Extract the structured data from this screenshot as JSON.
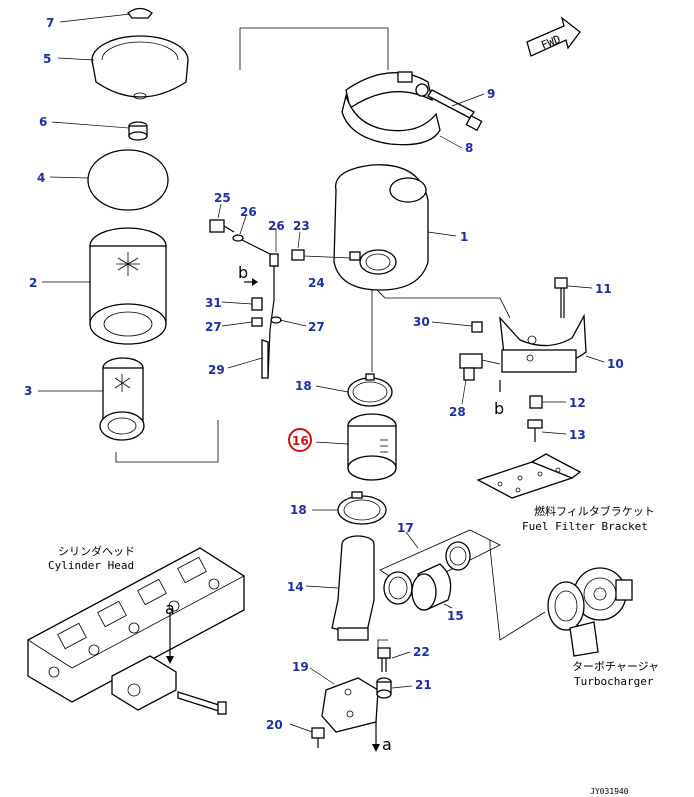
{
  "callouts": [
    {
      "id": "7",
      "label": "7"
    },
    {
      "id": "5",
      "label": "5"
    },
    {
      "id": "6",
      "label": "6"
    },
    {
      "id": "4",
      "label": "4"
    },
    {
      "id": "2",
      "label": "2"
    },
    {
      "id": "3",
      "label": "3"
    },
    {
      "id": "25",
      "label": "25"
    },
    {
      "id": "26",
      "label": "26"
    },
    {
      "id": "26b",
      "label": "26"
    },
    {
      "id": "23",
      "label": "23"
    },
    {
      "id": "24",
      "label": "24"
    },
    {
      "id": "31",
      "label": "31"
    },
    {
      "id": "27",
      "label": "27"
    },
    {
      "id": "27b",
      "label": "27"
    },
    {
      "id": "29",
      "label": "29"
    },
    {
      "id": "9",
      "label": "9"
    },
    {
      "id": "8",
      "label": "8"
    },
    {
      "id": "1",
      "label": "1"
    },
    {
      "id": "11",
      "label": "11"
    },
    {
      "id": "30",
      "label": "30"
    },
    {
      "id": "10",
      "label": "10"
    },
    {
      "id": "28",
      "label": "28"
    },
    {
      "id": "12",
      "label": "12"
    },
    {
      "id": "13",
      "label": "13"
    },
    {
      "id": "18",
      "label": "18"
    },
    {
      "id": "16",
      "label": "16"
    },
    {
      "id": "18b",
      "label": "18"
    },
    {
      "id": "17",
      "label": "17"
    },
    {
      "id": "14",
      "label": "14"
    },
    {
      "id": "15",
      "label": "15"
    },
    {
      "id": "19",
      "label": "19"
    },
    {
      "id": "22",
      "label": "22"
    },
    {
      "id": "21",
      "label": "21"
    },
    {
      "id": "20",
      "label": "20"
    }
  ],
  "marks": {
    "b1": "b",
    "b2": "b",
    "a1": "a",
    "a2": "a"
  },
  "labels": {
    "fwd": "FWD",
    "fuel_filter_bracket_jp": "燃料フィルタブラケット",
    "fuel_filter_bracket_en": "Fuel Filter Bracket",
    "cylinder_head_jp": "シリンダヘッド",
    "cylinder_head_en": "Cylinder Head",
    "turbocharger_jp": "ターボチャージャ",
    "turbocharger_en": "Turbocharger",
    "drawing_ref": "JY031940"
  },
  "colors": {
    "callout": "#1a2fa8",
    "highlight": "#cc1010",
    "line": "#000000"
  }
}
